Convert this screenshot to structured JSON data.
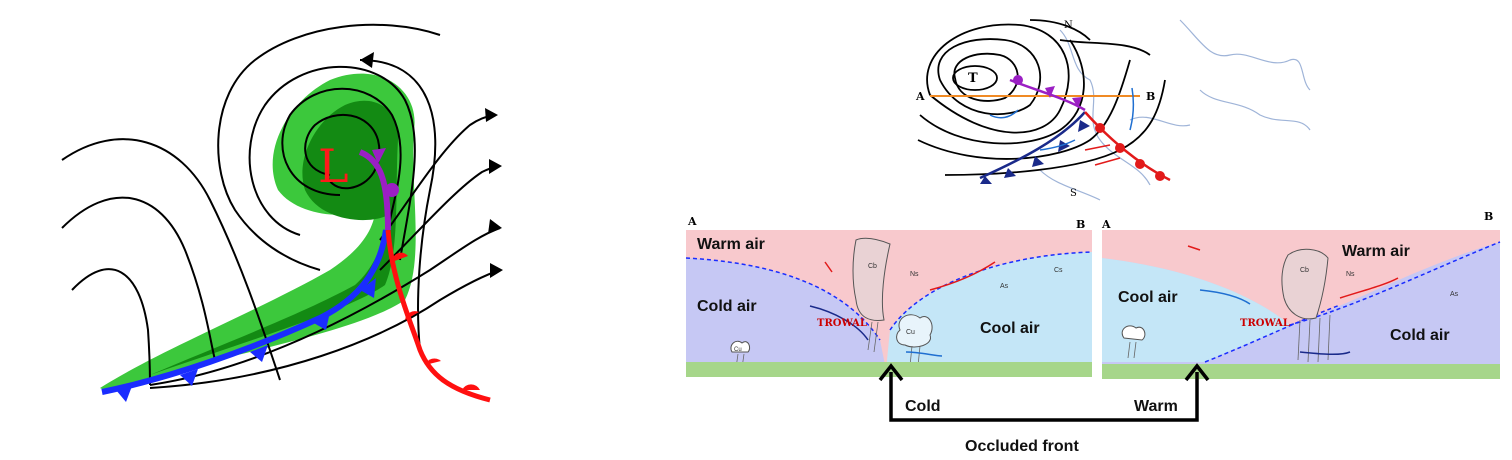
{
  "left_map": {
    "low_label": "L",
    "colors": {
      "low": "#ff1a1a",
      "cold_front": "#1a2cff",
      "warm_front": "#ff1010",
      "occluded": "#9b1fc4",
      "precip_light": "#3cc83c",
      "precip_heavy": "#138a13"
    }
  },
  "top_map": {
    "low_label": "T",
    "point_a": "A",
    "point_b": "B",
    "north_label": "N",
    "south_label": "S"
  },
  "panel_cold": {
    "corner_a": "A",
    "corner_b": "B",
    "warm_air": "Warm air",
    "cold_air": "Cold air",
    "cool_air": "Cool air",
    "trowal": "TROWAL",
    "cloud_cb": "Cb",
    "cloud_ns": "Ns",
    "cloud_cs": "Cs",
    "cloud_as": "As",
    "cloud_cu": "Cu",
    "cloud_cu_small": "Cu"
  },
  "panel_warm": {
    "corner_a": "A",
    "corner_b": "B",
    "warm_air": "Warm air",
    "cool_air": "Cool air",
    "cold_air": "Cold air",
    "trowal": "TROWAL",
    "cloud_cb": "Cb",
    "cloud_ns": "Ns",
    "cloud_as": "As"
  },
  "bracket": {
    "left_label": "Cold",
    "right_label": "Warm",
    "caption": "Occluded front"
  },
  "colors": {
    "warm_air_fill": "#f8c9cd",
    "cold_air_fill": "#c6c8f4",
    "cool_air_fill": "#c4e6f7",
    "ground": "#a6d68a",
    "trowal_text": "#cc0000",
    "bracket": "#000000"
  }
}
